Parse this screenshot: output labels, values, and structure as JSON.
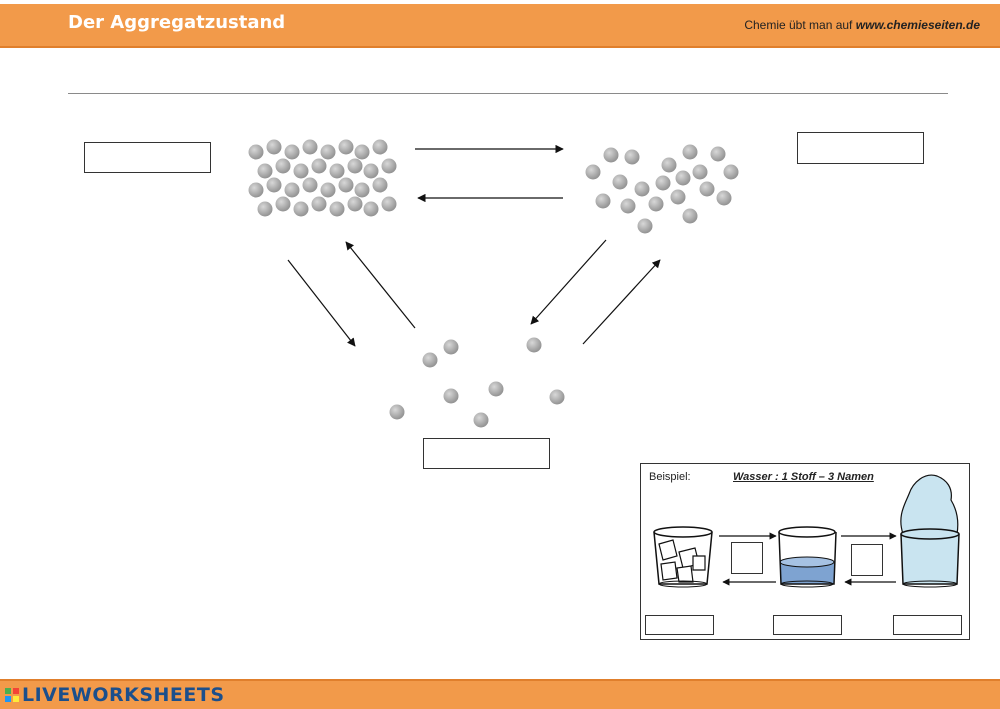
{
  "header": {
    "title": "Der Aggregatzustand",
    "tagline": "Chemie übt man auf",
    "site": "www.chemieseiten.de"
  },
  "answers": {
    "solid_label": "",
    "liquid_label": "",
    "gas_label": ""
  },
  "example": {
    "label": "Beispiel:",
    "title": "Wasser : 1 Stoff – 3 Namen",
    "transition_1": "",
    "transition_2": "",
    "name_ice": "",
    "name_water": "",
    "name_vapor": ""
  },
  "footer": {
    "brand": "LIVEWORKSHEETS"
  },
  "colors": {
    "orange": "#f29a4a",
    "particle": "#9a9a9a",
    "water": "#7ea3d1",
    "vapor": "#c9e4f0",
    "brand": "#1b4f8c"
  }
}
